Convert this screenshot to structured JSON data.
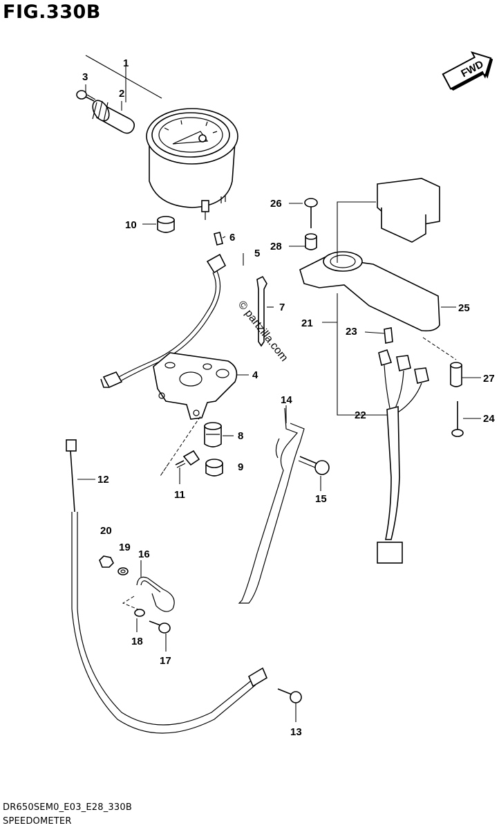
{
  "figure": {
    "title": "FIG.330B",
    "model_code": "DR650SEM0_E03_E28_330B",
    "section_name": "SPEEDOMETER"
  },
  "fwd_label": "FWD",
  "watermark": "© partzilla.com",
  "callouts": {
    "p1": "1",
    "p2": "2",
    "p3": "3",
    "p4": "4",
    "p5": "5",
    "p6": "6",
    "p7": "7",
    "p8": "8",
    "p9": "9",
    "p10": "10",
    "p11": "11",
    "p12": "12",
    "p13": "13",
    "p14": "14",
    "p15": "15",
    "p16": "16",
    "p17": "17",
    "p18": "18",
    "p19": "19",
    "p20": "20",
    "p21": "21",
    "p22": "22",
    "p23": "23",
    "p24": "24",
    "p25": "25",
    "p26": "26",
    "p27": "27",
    "p28": "28"
  }
}
